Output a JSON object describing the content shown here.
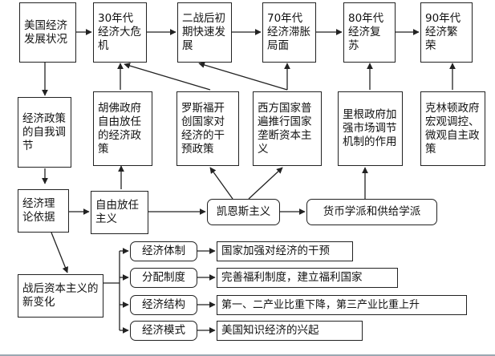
{
  "nodes": {
    "us_econ": "美国经济发展状况",
    "depression_30s": "30年代经济大危机",
    "postwar_fast": "二战后初期快速发展",
    "stagflation_70s": "70年代经济滞胀局面",
    "recovery_80s": "80年代经济复苏",
    "prosperity_90s": "90年代经济繁荣",
    "self_adjust": "经济政策的自我调节",
    "hoover": "胡佛政府自由放任的经济政策",
    "roosevelt": "罗斯福开创国家对经济的干预政策",
    "western_monopoly": "西方国家普遍推行国家垄断资本主义",
    "reagan": "里根政府加强市场调节机制的作用",
    "clinton": "克林顿政府宏观调控、微观自主政策",
    "theory_basis": "经济理论依据",
    "laissez_faire": "自由放任主义",
    "keynesian": "凯恩斯主义",
    "monetarism": "货币学派和供给学派",
    "postwar_change": "战后资本主义的新变化",
    "econ_system": "经济体制",
    "distribution": "分配制度",
    "econ_structure": "经济结构",
    "econ_mode": "经济模式",
    "state_intervention": "国家加强对经济的干预",
    "welfare": "完善福利制度，建立福利国家",
    "industry_shift": "第一、二产业比重下降，第三产业比重上升",
    "knowledge_econ": "美国知识经济的兴起"
  }
}
